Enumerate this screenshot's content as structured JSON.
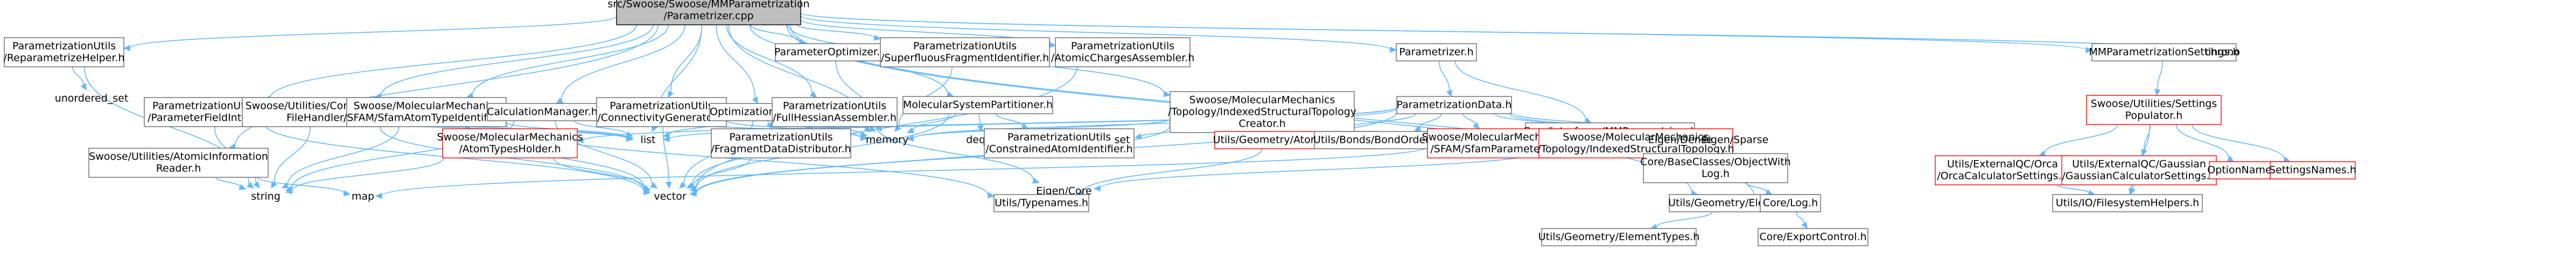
{
  "nodes": [
    {
      "id": "root",
      "lines": [
        "src/Swoose/Swoose/MMParametrization",
        "/Parametrizer.cpp"
      ],
      "kind": "root"
    },
    {
      "id": "reparam",
      "lines": [
        "ParametrizationUtils",
        "/ReparametrizeHelper.h"
      ]
    },
    {
      "id": "unordered_set",
      "lines": [
        "unordered_set"
      ],
      "kind": "plain"
    },
    {
      "id": "atomicinfo",
      "lines": [
        "Swoose/Utilities/AtomicInformation",
        "Reader.h"
      ]
    },
    {
      "id": "fieldinter",
      "lines": [
        "ParametrizationUtils",
        "/ParameterFieldInter.h"
      ]
    },
    {
      "id": "connhandler",
      "lines": [
        "Swoose/Utilities/Connectivity",
        "FileHandler.h"
      ]
    },
    {
      "id": "sfamtypeid",
      "lines": [
        "Swoose/MolecularMechanics",
        "/SFAM/SfamAtomTypeIdentifier.h"
      ]
    },
    {
      "id": "calcmanager",
      "lines": [
        "CalculationManager.h"
      ]
    },
    {
      "id": "conngen",
      "lines": [
        "ParametrizationUtils",
        "/ConnectivityGenerator.h"
      ]
    },
    {
      "id": "optsetup",
      "lines": [
        "OptimizationSetup.h"
      ]
    },
    {
      "id": "paramopt",
      "lines": [
        "ParameterOptimizer.h"
      ]
    },
    {
      "id": "fullmass",
      "lines": [
        "ParametrizationUtils",
        "/FullHessianAssembler.h"
      ]
    },
    {
      "id": "superfluous",
      "lines": [
        "ParametrizationUtils",
        "/SuperfluousFragmentIdentifier.h"
      ]
    },
    {
      "id": "molsyspart",
      "lines": [
        "MolecularSystemPartitioner.h"
      ]
    },
    {
      "id": "atomcharges",
      "lines": [
        "ParametrizationUtils",
        "/AtomicChargesAssembler.h"
      ]
    },
    {
      "id": "topocreator",
      "lines": [
        "Swoose/MolecularMechanics",
        "/Topology/IndexedStructuralTopology",
        "Creator.h"
      ]
    },
    {
      "id": "parametrizer",
      "lines": [
        "Parametrizer.h"
      ]
    },
    {
      "id": "mmsettings",
      "lines": [
        "MMParametrizationSettings.h"
      ]
    },
    {
      "id": "chrono",
      "lines": [
        "chrono"
      ],
      "kind": "plain"
    },
    {
      "id": "paramdata",
      "lines": [
        "ParametrizationData.h"
      ]
    },
    {
      "id": "coremm",
      "lines": [
        "Core/Interfaces/MMParametrizer.h"
      ]
    },
    {
      "id": "settingspop",
      "lines": [
        "Swoose/Utilities/Settings",
        "Populator.h"
      ],
      "kind": "red"
    },
    {
      "id": "list",
      "lines": [
        "list"
      ],
      "kind": "plain"
    },
    {
      "id": "atomtypesholder",
      "lines": [
        "Swoose/MolecularMechanics",
        "/AtomTypesHolder.h"
      ],
      "kind": "red"
    },
    {
      "id": "fragdist",
      "lines": [
        "ParametrizationUtils",
        "/FragmentDataDistributor.h"
      ]
    },
    {
      "id": "memory",
      "lines": [
        "memory"
      ],
      "kind": "plain"
    },
    {
      "id": "deque",
      "lines": [
        "deque"
      ],
      "kind": "plain"
    },
    {
      "id": "constrainedatom",
      "lines": [
        "ParametrizationUtils",
        "/ConstrainedAtomIdentifier.h"
      ]
    },
    {
      "id": "set",
      "lines": [
        "set"
      ],
      "kind": "plain"
    },
    {
      "id": "atomcollection",
      "lines": [
        "Utils/Geometry/AtomCollection.h"
      ],
      "kind": "red"
    },
    {
      "id": "bondorder",
      "lines": [
        "Utils/Bonds/BondOrderCollection.h"
      ]
    },
    {
      "id": "sfamparams",
      "lines": [
        "Swoose/MolecularMechanics",
        "/SFAM/SfamParameters.h"
      ],
      "kind": "red"
    },
    {
      "id": "indexedtopo",
      "lines": [
        "Swoose/MolecularMechanics",
        "/Topology/IndexedStructuralTopology.h"
      ],
      "kind": "red"
    },
    {
      "id": "eigendense",
      "lines": [
        "Eigen/Dense"
      ],
      "kind": "plain"
    },
    {
      "id": "eigensparse",
      "lines": [
        "Eigen/Sparse"
      ],
      "kind": "plain"
    },
    {
      "id": "objwithlog",
      "lines": [
        "Core/BaseClasses/ObjectWith",
        "Log.h"
      ]
    },
    {
      "id": "orcacalc",
      "lines": [
        "Utils/ExternalQC/Orca",
        "/OrcaCalculatorSettings.h"
      ],
      "kind": "red"
    },
    {
      "id": "gaussiancalc",
      "lines": [
        "Utils/ExternalQC/Gaussian",
        "/GaussianCalculatorSettings.h"
      ],
      "kind": "red"
    },
    {
      "id": "optionnames",
      "lines": [
        "OptionNames.h"
      ],
      "kind": "red"
    },
    {
      "id": "settingsnames",
      "lines": [
        "SettingsNames.h"
      ],
      "kind": "red"
    },
    {
      "id": "string",
      "lines": [
        "string"
      ],
      "kind": "plain"
    },
    {
      "id": "map",
      "lines": [
        "map"
      ],
      "kind": "plain"
    },
    {
      "id": "vector",
      "lines": [
        "vector"
      ],
      "kind": "plain"
    },
    {
      "id": "eigencore",
      "lines": [
        "Eigen/Core"
      ],
      "kind": "plain"
    },
    {
      "id": "typenames",
      "lines": [
        "Utils/Typenames.h"
      ]
    },
    {
      "id": "elementinfo",
      "lines": [
        "Utils/Geometry/ElementInfo.h"
      ]
    },
    {
      "id": "corelog",
      "lines": [
        "Core/Log.h"
      ]
    },
    {
      "id": "filesystemhelpers",
      "lines": [
        "Utils/IO/FilesystemHelpers.h"
      ]
    },
    {
      "id": "elementtypes",
      "lines": [
        "Utils/Geometry/ElementTypes.h"
      ]
    },
    {
      "id": "exportcontrol",
      "lines": [
        "Core/ExportControl.h"
      ]
    }
  ],
  "edges": [
    [
      "root",
      "reparam"
    ],
    [
      "root",
      "atomicinfo"
    ],
    [
      "root",
      "fieldinter"
    ],
    [
      "root",
      "connhandler"
    ],
    [
      "root",
      "sfamtypeid"
    ],
    [
      "root",
      "calcmanager"
    ],
    [
      "root",
      "conngen"
    ],
    [
      "root",
      "optsetup"
    ],
    [
      "root",
      "paramopt"
    ],
    [
      "root",
      "fullmass"
    ],
    [
      "root",
      "superfluous"
    ],
    [
      "root",
      "molsyspart"
    ],
    [
      "root",
      "atomcharges"
    ],
    [
      "root",
      "topocreator"
    ],
    [
      "root",
      "parametrizer"
    ],
    [
      "root",
      "mmsettings"
    ],
    [
      "root",
      "chrono"
    ],
    [
      "root",
      "corelog"
    ],
    [
      "root",
      "list"
    ],
    [
      "root",
      "memory"
    ],
    [
      "root",
      "elementinfo"
    ],
    [
      "reparam",
      "unordered_set"
    ],
    [
      "reparam",
      "string"
    ],
    [
      "atomicinfo",
      "string"
    ],
    [
      "atomicinfo",
      "map"
    ],
    [
      "fieldinter",
      "list"
    ],
    [
      "fieldinter",
      "string"
    ],
    [
      "fieldinter",
      "vector"
    ],
    [
      "connhandler",
      "list"
    ],
    [
      "connhandler",
      "string"
    ],
    [
      "connhandler",
      "vector"
    ],
    [
      "sfamtypeid",
      "atomtypesholder"
    ],
    [
      "sfamtypeid",
      "list"
    ],
    [
      "sfamtypeid",
      "vector"
    ],
    [
      "sfamtypeid",
      "string"
    ],
    [
      "sfamtypeid",
      "typenames"
    ],
    [
      "calcmanager",
      "list"
    ],
    [
      "calcmanager",
      "memory"
    ],
    [
      "calcmanager",
      "vector"
    ],
    [
      "calcmanager",
      "string"
    ],
    [
      "conngen",
      "list"
    ],
    [
      "conngen",
      "vector"
    ],
    [
      "conngen",
      "memory"
    ],
    [
      "optsetup",
      "fragdist"
    ],
    [
      "optsetup",
      "memory"
    ],
    [
      "optsetup",
      "vector"
    ],
    [
      "optsetup",
      "list"
    ],
    [
      "paramopt",
      "memory"
    ],
    [
      "fullmass",
      "fragdist"
    ],
    [
      "fullmass",
      "memory"
    ],
    [
      "fullmass",
      "vector"
    ],
    [
      "fullmass",
      "eigencore"
    ],
    [
      "superfluous",
      "memory"
    ],
    [
      "molsyspart",
      "deque"
    ],
    [
      "molsyspart",
      "memory"
    ],
    [
      "molsyspart",
      "constrainedatom"
    ],
    [
      "molsyspart",
      "vector"
    ],
    [
      "atomcharges",
      "vector"
    ],
    [
      "topocreator",
      "atomcollection"
    ],
    [
      "topocreator",
      "set"
    ],
    [
      "topocreator",
      "memory"
    ],
    [
      "topocreator",
      "vector"
    ],
    [
      "parametrizer",
      "paramdata"
    ],
    [
      "parametrizer",
      "coremm"
    ],
    [
      "paramdata",
      "atomtypesholder"
    ],
    [
      "paramdata",
      "atomcollection"
    ],
    [
      "paramdata",
      "bondorder"
    ],
    [
      "paramdata",
      "sfamparams"
    ],
    [
      "paramdata",
      "indexedtopo"
    ],
    [
      "paramdata",
      "eigendense"
    ],
    [
      "paramdata",
      "eigensparse"
    ],
    [
      "paramdata",
      "list"
    ],
    [
      "paramdata",
      "memory"
    ],
    [
      "paramdata",
      "vector"
    ],
    [
      "coremm",
      "objwithlog"
    ],
    [
      "mmsettings",
      "settingspop"
    ],
    [
      "settingspop",
      "orcacalc"
    ],
    [
      "settingspop",
      "gaussiancalc"
    ],
    [
      "settingspop",
      "optionnames"
    ],
    [
      "settingspop",
      "settingsnames"
    ],
    [
      "settingspop",
      "filesystemhelpers"
    ],
    [
      "orcacalc",
      "filesystemhelpers"
    ],
    [
      "gaussiancalc",
      "filesystemhelpers"
    ],
    [
      "atomtypesholder",
      "vector"
    ],
    [
      "atomtypesholder",
      "string"
    ],
    [
      "atomcollection",
      "typenames"
    ],
    [
      "sfamparams",
      "map"
    ],
    [
      "indexedtopo",
      "eigencore"
    ],
    [
      "typenames",
      "eigencore"
    ],
    [
      "objwithlog",
      "corelog"
    ],
    [
      "elementinfo",
      "elementtypes"
    ],
    [
      "corelog",
      "exportcontrol"
    ],
    [
      "fragdist",
      "vector"
    ]
  ]
}
